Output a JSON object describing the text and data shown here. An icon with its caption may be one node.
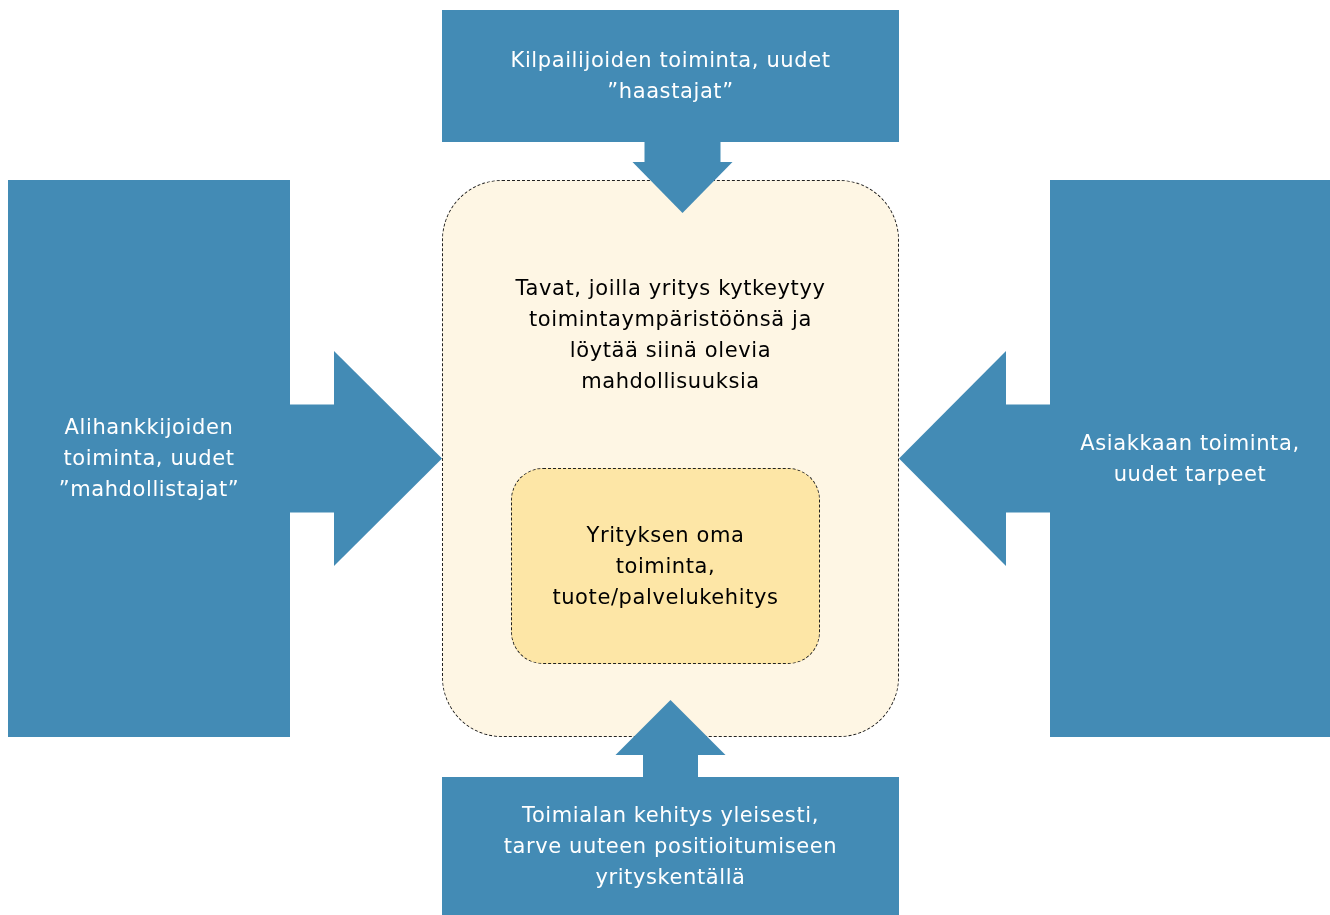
{
  "diagram": {
    "nodes": [
      {
        "text": [
          "Kilpailijoiden toiminta, uudet ”haastajat”"
        ]
      },
      {
        "text": [
          "Alihankkijoiden toiminta, uudet ”mahdollistajat”"
        ]
      },
      {
        "text": [
          "Tavat, joilla yritys kytkeytyy toimintaympäristöönsä ja löytää siinä olevia mahdollisuuksia"
        ]
      },
      {
        "text": [
          "Yrityksen oma toiminta, tuote/palvelukehitys"
        ],
        "in": 2
      },
      {
        "text": [
          "Asiakkaan toiminta, uudet tarpeet"
        ]
      },
      {
        "text": [
          "Toimialan kehitys yleisesti, tarve uuteen positioitumiseen yrityskentällä"
        ]
      }
    ],
    "edges": [
      {
        "from": 0,
        "to": 2,
        "arrow": "to"
      },
      {
        "from": 1,
        "to": 2,
        "arrow": "to"
      },
      {
        "from": 4,
        "to": 2,
        "arrow": "to"
      },
      {
        "from": 5,
        "to": 2,
        "arrow": "to"
      }
    ]
  }
}
